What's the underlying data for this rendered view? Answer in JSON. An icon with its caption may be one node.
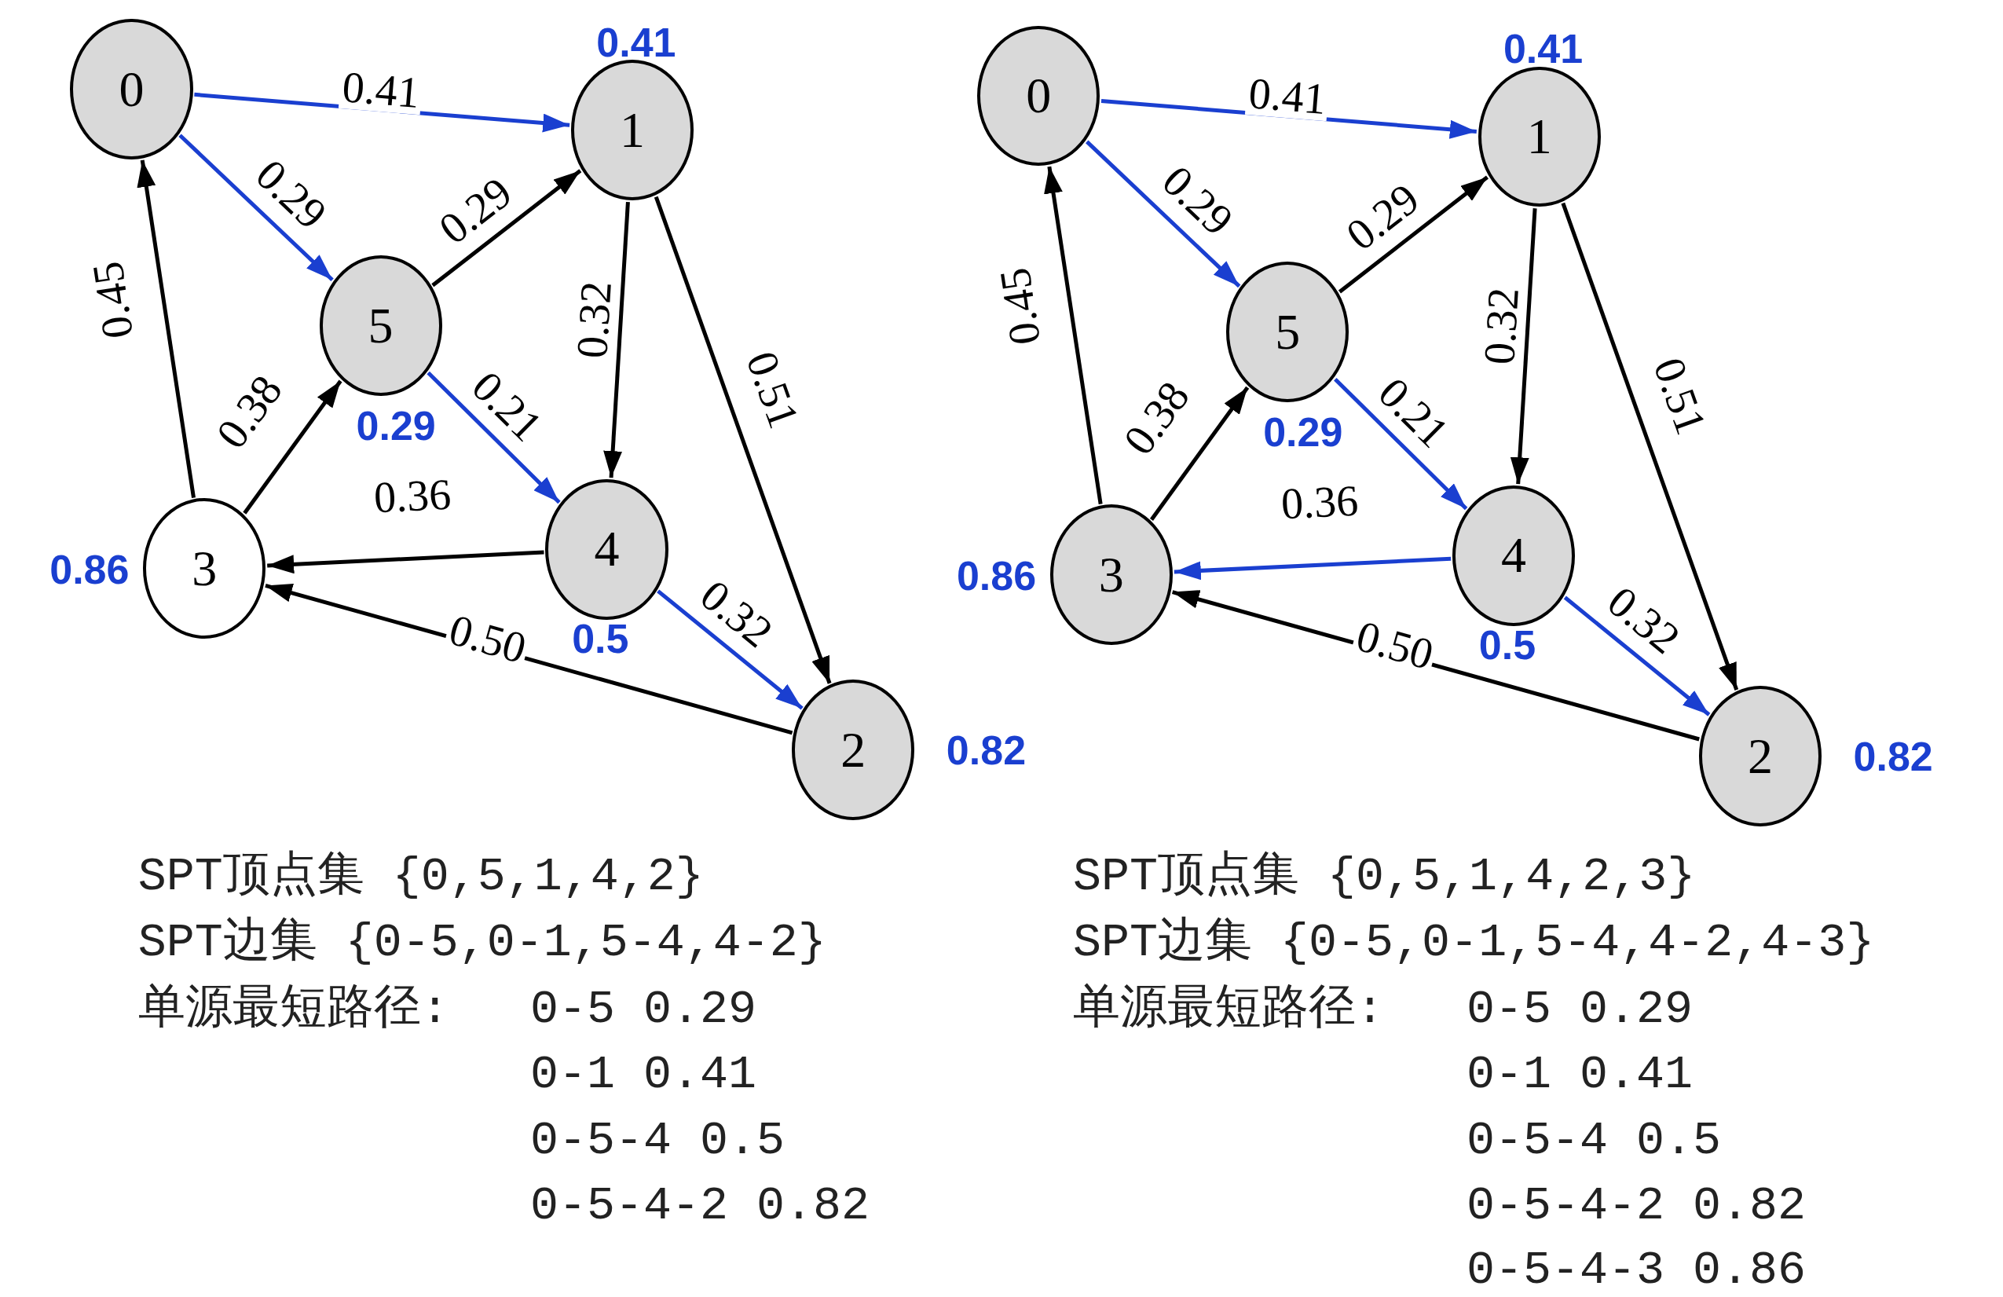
{
  "diagram": {
    "nodes": [
      {
        "text": [
          "0"
        ]
      },
      {
        "text": [
          "1"
        ],
        "beside": [
          "0.41"
        ]
      },
      {
        "text": [
          "2"
        ],
        "beside": [
          "0.82"
        ]
      },
      {
        "text": [
          "3"
        ],
        "beside": [
          "0.86"
        ]
      },
      {
        "text": [
          "4"
        ],
        "beside": [
          "0.5"
        ]
      },
      {
        "text": [
          "5"
        ],
        "beside": [
          "0.29"
        ]
      },
      {
        "text": [
          "0"
        ]
      },
      {
        "text": [
          "1"
        ],
        "beside": [
          "0.41"
        ]
      },
      {
        "text": [
          "2"
        ],
        "beside": [
          "0.82"
        ]
      },
      {
        "text": [
          "3"
        ],
        "beside": [
          "0.86"
        ]
      },
      {
        "text": [
          "4"
        ],
        "beside": [
          "0.5"
        ]
      },
      {
        "text": [
          "5"
        ],
        "beside": [
          "0.29"
        ]
      }
    ],
    "edges": [
      {
        "from": 0,
        "to": 1,
        "arrow": "to",
        "label": "0.41",
        "color": "#1a3fd0"
      },
      {
        "from": 0,
        "to": 5,
        "arrow": "to",
        "label": "0.29",
        "color": "#1a3fd0"
      },
      {
        "from": 5,
        "to": 1,
        "arrow": "to",
        "label": "0.29"
      },
      {
        "from": 1,
        "to": 4,
        "arrow": "to",
        "label": "0.32"
      },
      {
        "from": 1,
        "to": 2,
        "arrow": "to",
        "label": "0.51"
      },
      {
        "from": 5,
        "to": 4,
        "arrow": "to",
        "label": "0.21",
        "color": "#1a3fd0"
      },
      {
        "from": 4,
        "to": 3,
        "arrow": "to",
        "label": "0.36"
      },
      {
        "from": 3,
        "to": 5,
        "arrow": "to",
        "label": "0.38"
      },
      {
        "from": 3,
        "to": 0,
        "arrow": "to",
        "label": "0.45"
      },
      {
        "from": 4,
        "to": 2,
        "arrow": "to",
        "label": "0.32",
        "color": "#1a3fd0"
      },
      {
        "from": 2,
        "to": 3,
        "arrow": "to",
        "label": "0.50"
      },
      {
        "from": 6,
        "to": 7,
        "arrow": "to",
        "label": "0.41",
        "color": "#1a3fd0"
      },
      {
        "from": 6,
        "to": 11,
        "arrow": "to",
        "label": "0.29",
        "color": "#1a3fd0"
      },
      {
        "from": 11,
        "to": 7,
        "arrow": "to",
        "label": "0.29"
      },
      {
        "from": 7,
        "to": 10,
        "arrow": "to",
        "label": "0.32"
      },
      {
        "from": 7,
        "to": 8,
        "arrow": "to",
        "label": "0.51"
      },
      {
        "from": 11,
        "to": 10,
        "arrow": "to",
        "label": "0.21",
        "color": "#1a3fd0"
      },
      {
        "from": 10,
        "to": 9,
        "arrow": "to",
        "label": "0.36",
        "color": "#1a3fd0"
      },
      {
        "from": 9,
        "to": 11,
        "arrow": "to",
        "label": "0.38"
      },
      {
        "from": 9,
        "to": 6,
        "arrow": "to",
        "label": "0.45"
      },
      {
        "from": 10,
        "to": 8,
        "arrow": "to",
        "label": "0.32",
        "color": "#1a3fd0"
      },
      {
        "from": 8,
        "to": 9,
        "arrow": "to",
        "label": "0.50"
      }
    ],
    "labels": [
      "SPT顶点集 {0,5,1,4,2}",
      "SPT边集 {0-5,0-1,5-4,4-2}",
      "单源最短路径:",
      "0-5 0.29",
      "0-1 0.41",
      "0-5-4 0.5",
      "0-5-4-2 0.82",
      "SPT顶点集 {0,5,1,4,2,3}",
      "SPT边集 {0-5,0-1,5-4,4-2,4-3}",
      "单源最短路径:",
      "0-5 0.29",
      "0-1 0.41",
      "0-5-4 0.5",
      "0-5-4-2 0.82",
      "0-5-4-3 0.86"
    ]
  }
}
